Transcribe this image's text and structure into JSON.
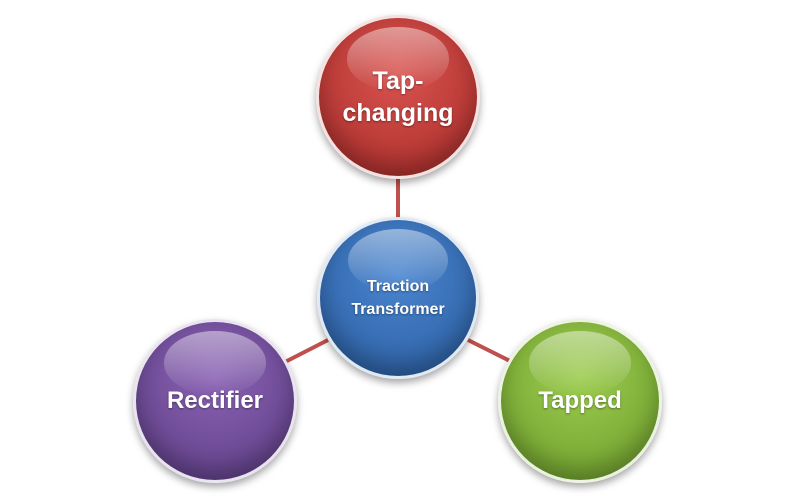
{
  "diagram": {
    "center": {
      "label_line1": "Traction",
      "label_line2": "Transformer",
      "color": "#3a74bf"
    },
    "nodes": [
      {
        "label_line1": "Tap-",
        "label_line2": "changing",
        "color": "#c0504d"
      },
      {
        "label": "Rectifier",
        "color": "#7a55a3"
      },
      {
        "label": "Tapped",
        "color": "#86b53c"
      }
    ],
    "connector_color": "#c0504d"
  }
}
